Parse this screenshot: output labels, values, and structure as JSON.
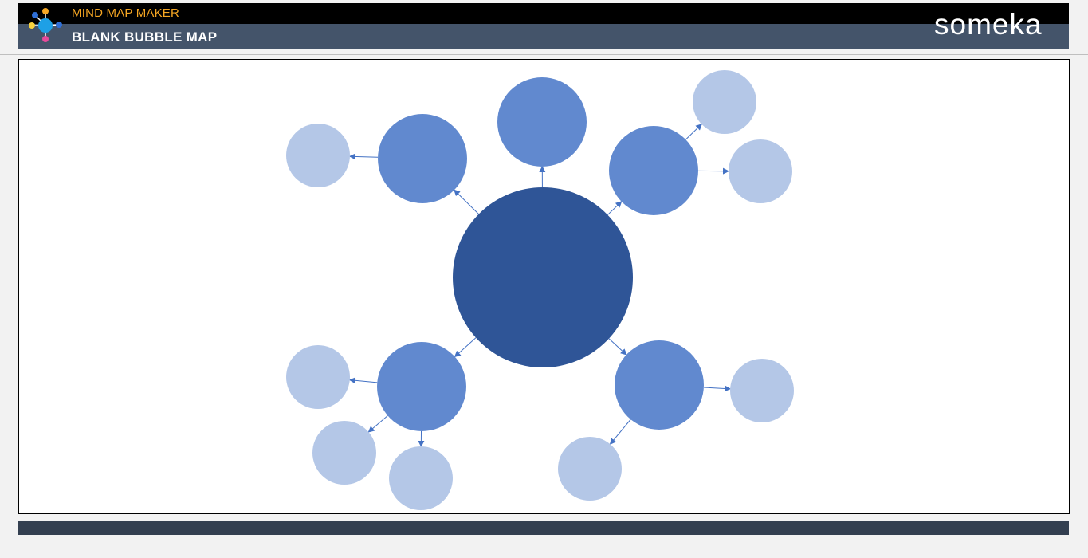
{
  "header": {
    "app_name": "MIND MAP MAKER",
    "page_title": "BLANK BUBBLE MAP",
    "brand": "someka"
  },
  "icons": {
    "app_logo": "mind-map-icon",
    "brand_logo": "someka-logo"
  },
  "colors": {
    "header_top": "#000000",
    "header_bottom": "#44546a",
    "app_name_text": "#f5a623",
    "center_bubble": "#2f5597",
    "main_bubble": "#6189cf",
    "sub_bubble": "#b4c7e7",
    "connector": "#4472c4",
    "footer_bar": "#333f50"
  },
  "diagram": {
    "type": "bubble-map",
    "center": {
      "id": "center",
      "label": ""
    },
    "main_nodes": [
      {
        "id": "m1",
        "label": ""
      },
      {
        "id": "m2",
        "label": ""
      },
      {
        "id": "m3",
        "label": ""
      },
      {
        "id": "m4",
        "label": ""
      },
      {
        "id": "m5",
        "label": ""
      }
    ],
    "sub_nodes": [
      {
        "id": "s1",
        "parent": "m1",
        "label": ""
      },
      {
        "id": "s2",
        "parent": "m3",
        "label": ""
      },
      {
        "id": "s3",
        "parent": "m3",
        "label": ""
      },
      {
        "id": "s4",
        "parent": "m4",
        "label": ""
      },
      {
        "id": "s5",
        "parent": "m4",
        "label": ""
      },
      {
        "id": "s6",
        "parent": "m4",
        "label": ""
      },
      {
        "id": "s7",
        "parent": "m5",
        "label": ""
      },
      {
        "id": "s8",
        "parent": "m5",
        "label": ""
      }
    ]
  }
}
